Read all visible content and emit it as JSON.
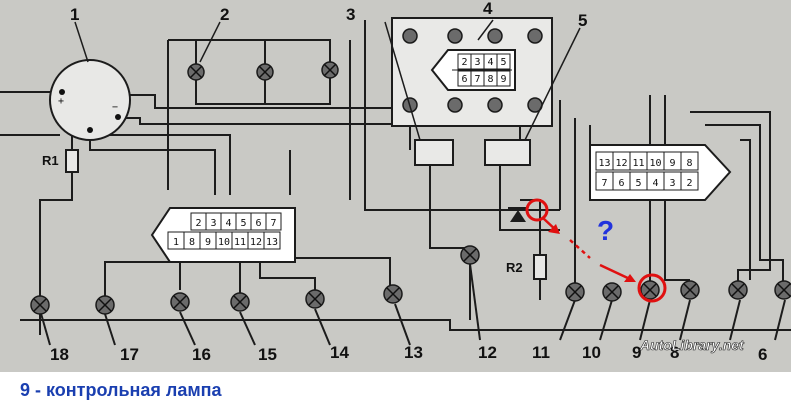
{
  "diagram": {
    "labels": {
      "n1": "1",
      "n2": "2",
      "n3": "3",
      "n4": "4",
      "n5": "5",
      "n6": "6",
      "n8": "8",
      "n9": "9",
      "n10": "10",
      "n11": "11",
      "n12": "12",
      "n13": "13",
      "n14": "14",
      "n15": "15",
      "n16": "16",
      "n17": "17",
      "n18": "18"
    },
    "resistors": {
      "r1": "R1",
      "r2": "R2"
    },
    "annotation_question": "?",
    "watermark": "AutoLibrary.net",
    "caption": "9 - контрольная лампа",
    "connector_4_pins": [
      "2",
      "3",
      "4",
      "5",
      "6",
      "7",
      "8",
      "9"
    ],
    "connector_right_top": [
      "13",
      "12",
      "11",
      "10",
      "9",
      "8"
    ],
    "connector_right_bottom": [
      "7",
      "6",
      "5",
      "4",
      "3",
      "2"
    ],
    "connector_left_top": [
      "2",
      "3",
      "4",
      "5",
      "6",
      "7"
    ],
    "connector_left_bottom": [
      "1",
      "8",
      "9",
      "10",
      "11",
      "12",
      "13"
    ]
  },
  "colors": {
    "background": "#c9c9c5",
    "wire": "#1c1c1c",
    "annotation_red": "#e01010",
    "annotation_blue": "#2233dd",
    "caption_blue": "#1a3fb0"
  }
}
